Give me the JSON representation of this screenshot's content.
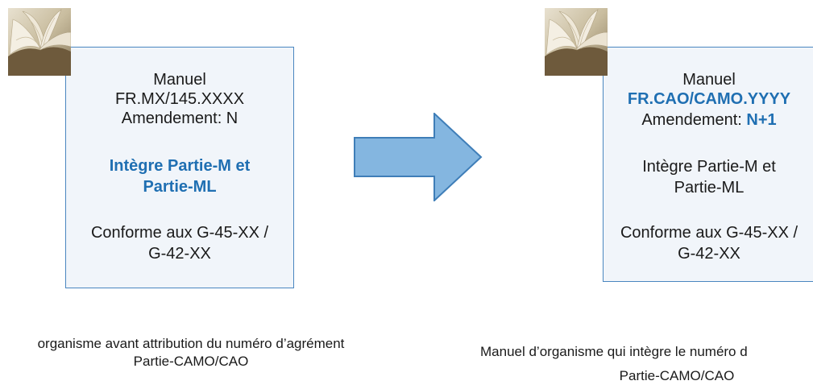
{
  "left_manual": {
    "title": "Manuel",
    "reference": "FR.MX/145.XXXX",
    "amendment": "Amendement: N",
    "integrates_line1": "Intègre Partie-M et",
    "integrates_line2": "Partie-ML",
    "conforms_line1": "Conforme aux G-45-XX /",
    "conforms_line2": "G-42-XX",
    "caption_line1": "organisme avant attribution du numéro d’agrément",
    "caption_line2": "Partie-CAMO/CAO"
  },
  "right_manual": {
    "title": "Manuel",
    "reference": "FR.CAO/CAMO.YYYY",
    "amendment_label": "Amendement:",
    "amendment_value": "N+1",
    "integrates_line1": "Intègre Partie-M et",
    "integrates_line2": "Partie-ML",
    "conforms_line1": "Conforme aux G-45-XX /",
    "conforms_line2": "G-42-XX",
    "caption_line1": "Manuel d’organisme qui intègre le numéro d",
    "caption_line2": "Partie-CAMO/CAO"
  },
  "colors": {
    "accent_blue": "#1f6fb2",
    "arrow_fill": "#84b6e0",
    "card_border": "#4a86c0",
    "card_fill": "#f1f5fa"
  },
  "icons": [
    "open-book-icon",
    "right-arrow-icon"
  ]
}
